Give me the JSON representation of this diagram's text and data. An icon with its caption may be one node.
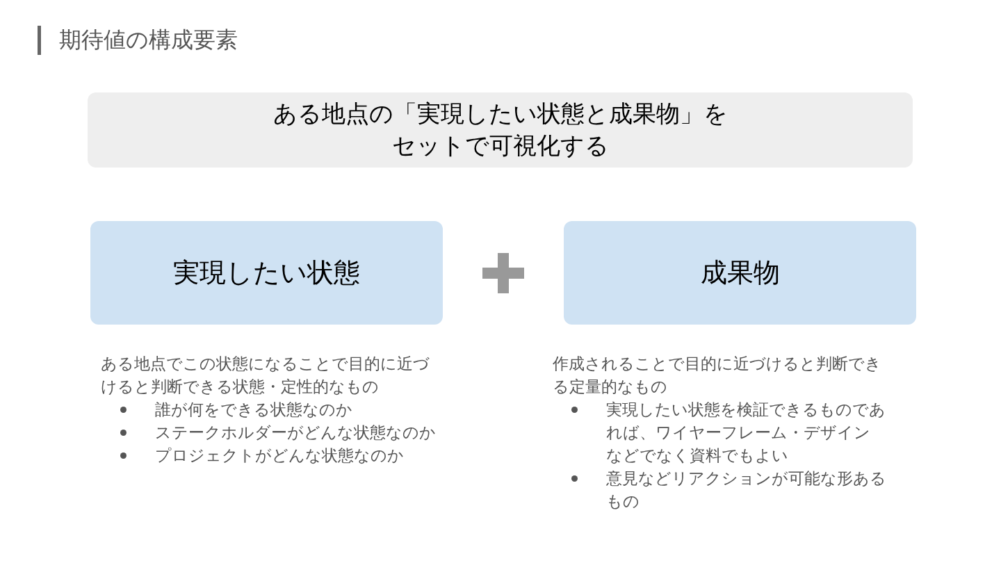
{
  "diagram": {
    "title": "期待値の構成要素",
    "nodes": [
      {
        "text": [
          "ある地点の「実現したい状態と成果物」をセットで可視化する"
        ]
      },
      {
        "text": [
          "実現したい状態"
        ],
        "beside": [
          "ある地点でこの状態になることで目的に近づけると判断できる状態・定性的なもの",
          "誰が何をできる状態なのか",
          "ステークホルダーがどんな状態なのか",
          "プロジェクトがどんな状態なのか"
        ]
      },
      {
        "text": [
          "成果物"
        ],
        "beside": [
          "作成されることで目的に近づけると判断できる定量的なもの",
          "実現したい状態を検証できるものであれば、ワイヤーフレーム・デザインなどでなく資料でもよい",
          "意見などリアクションが可能な形あるもの"
        ]
      }
    ]
  }
}
